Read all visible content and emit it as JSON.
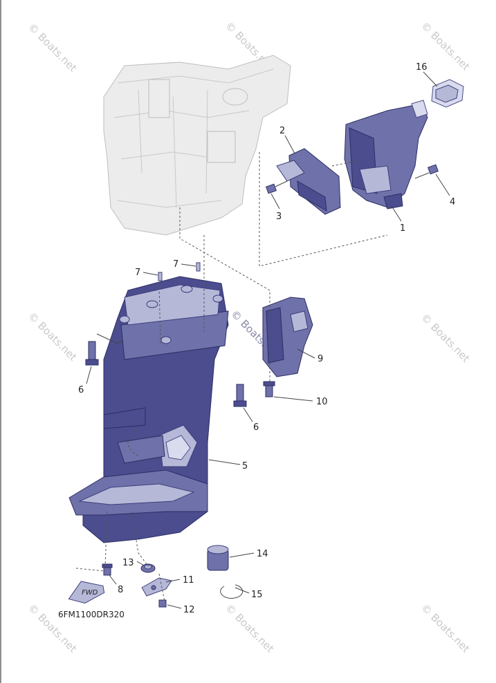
{
  "diagram": {
    "code": "6FM1100DR320",
    "watermark": "© Boats.net",
    "fwd_label": "FWD",
    "parts": [
      {
        "id": "16",
        "label": "16"
      },
      {
        "id": "2",
        "label": "2"
      },
      {
        "id": "3",
        "label": "3"
      },
      {
        "id": "4",
        "label": "4"
      },
      {
        "id": "1",
        "label": "1"
      },
      {
        "id": "7a",
        "label": "7"
      },
      {
        "id": "7b",
        "label": "7"
      },
      {
        "id": "9",
        "label": "9"
      },
      {
        "id": "6a",
        "label": "6"
      },
      {
        "id": "10",
        "label": "10"
      },
      {
        "id": "6b",
        "label": "6"
      },
      {
        "id": "5",
        "label": "5"
      },
      {
        "id": "14",
        "label": "14"
      },
      {
        "id": "13",
        "label": "13"
      },
      {
        "id": "11",
        "label": "11"
      },
      {
        "id": "8",
        "label": "8"
      },
      {
        "id": "15",
        "label": "15"
      },
      {
        "id": "12",
        "label": "12"
      }
    ]
  }
}
